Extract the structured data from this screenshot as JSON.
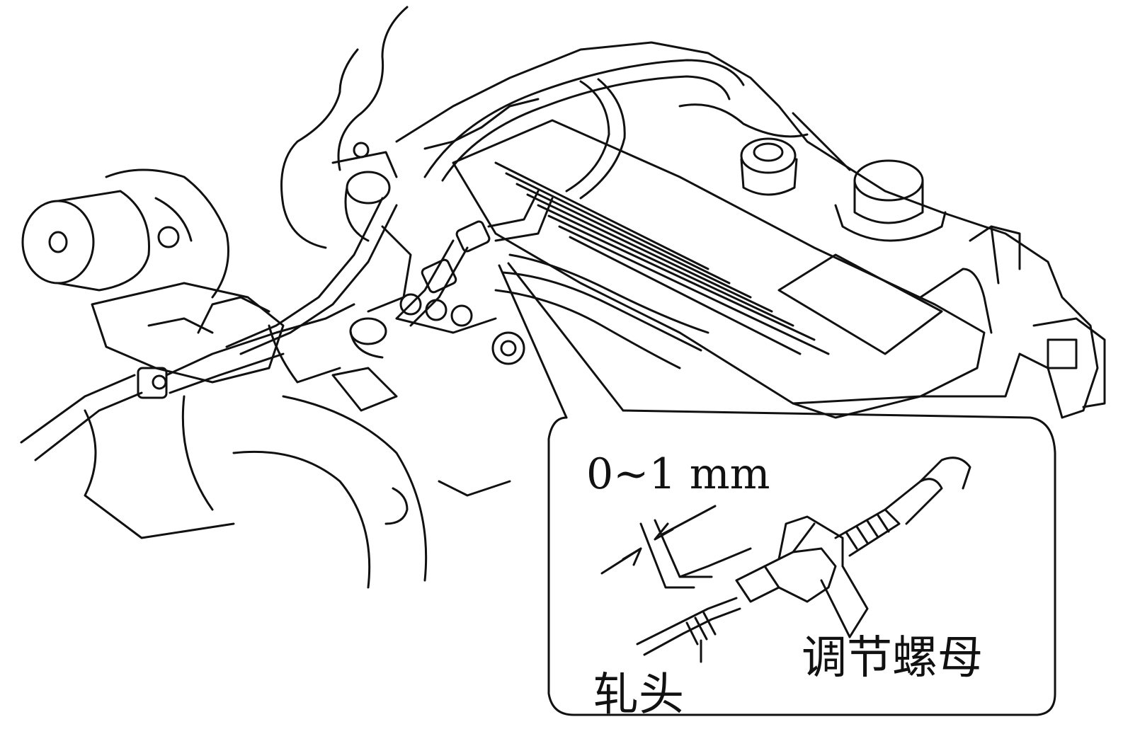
{
  "diagram": {
    "line_color": "#111111",
    "background_color": "#ffffff",
    "labels": {
      "gap": "0~1 mm",
      "adjusting_nut": "调节螺母",
      "cable_head": "轧头"
    }
  }
}
